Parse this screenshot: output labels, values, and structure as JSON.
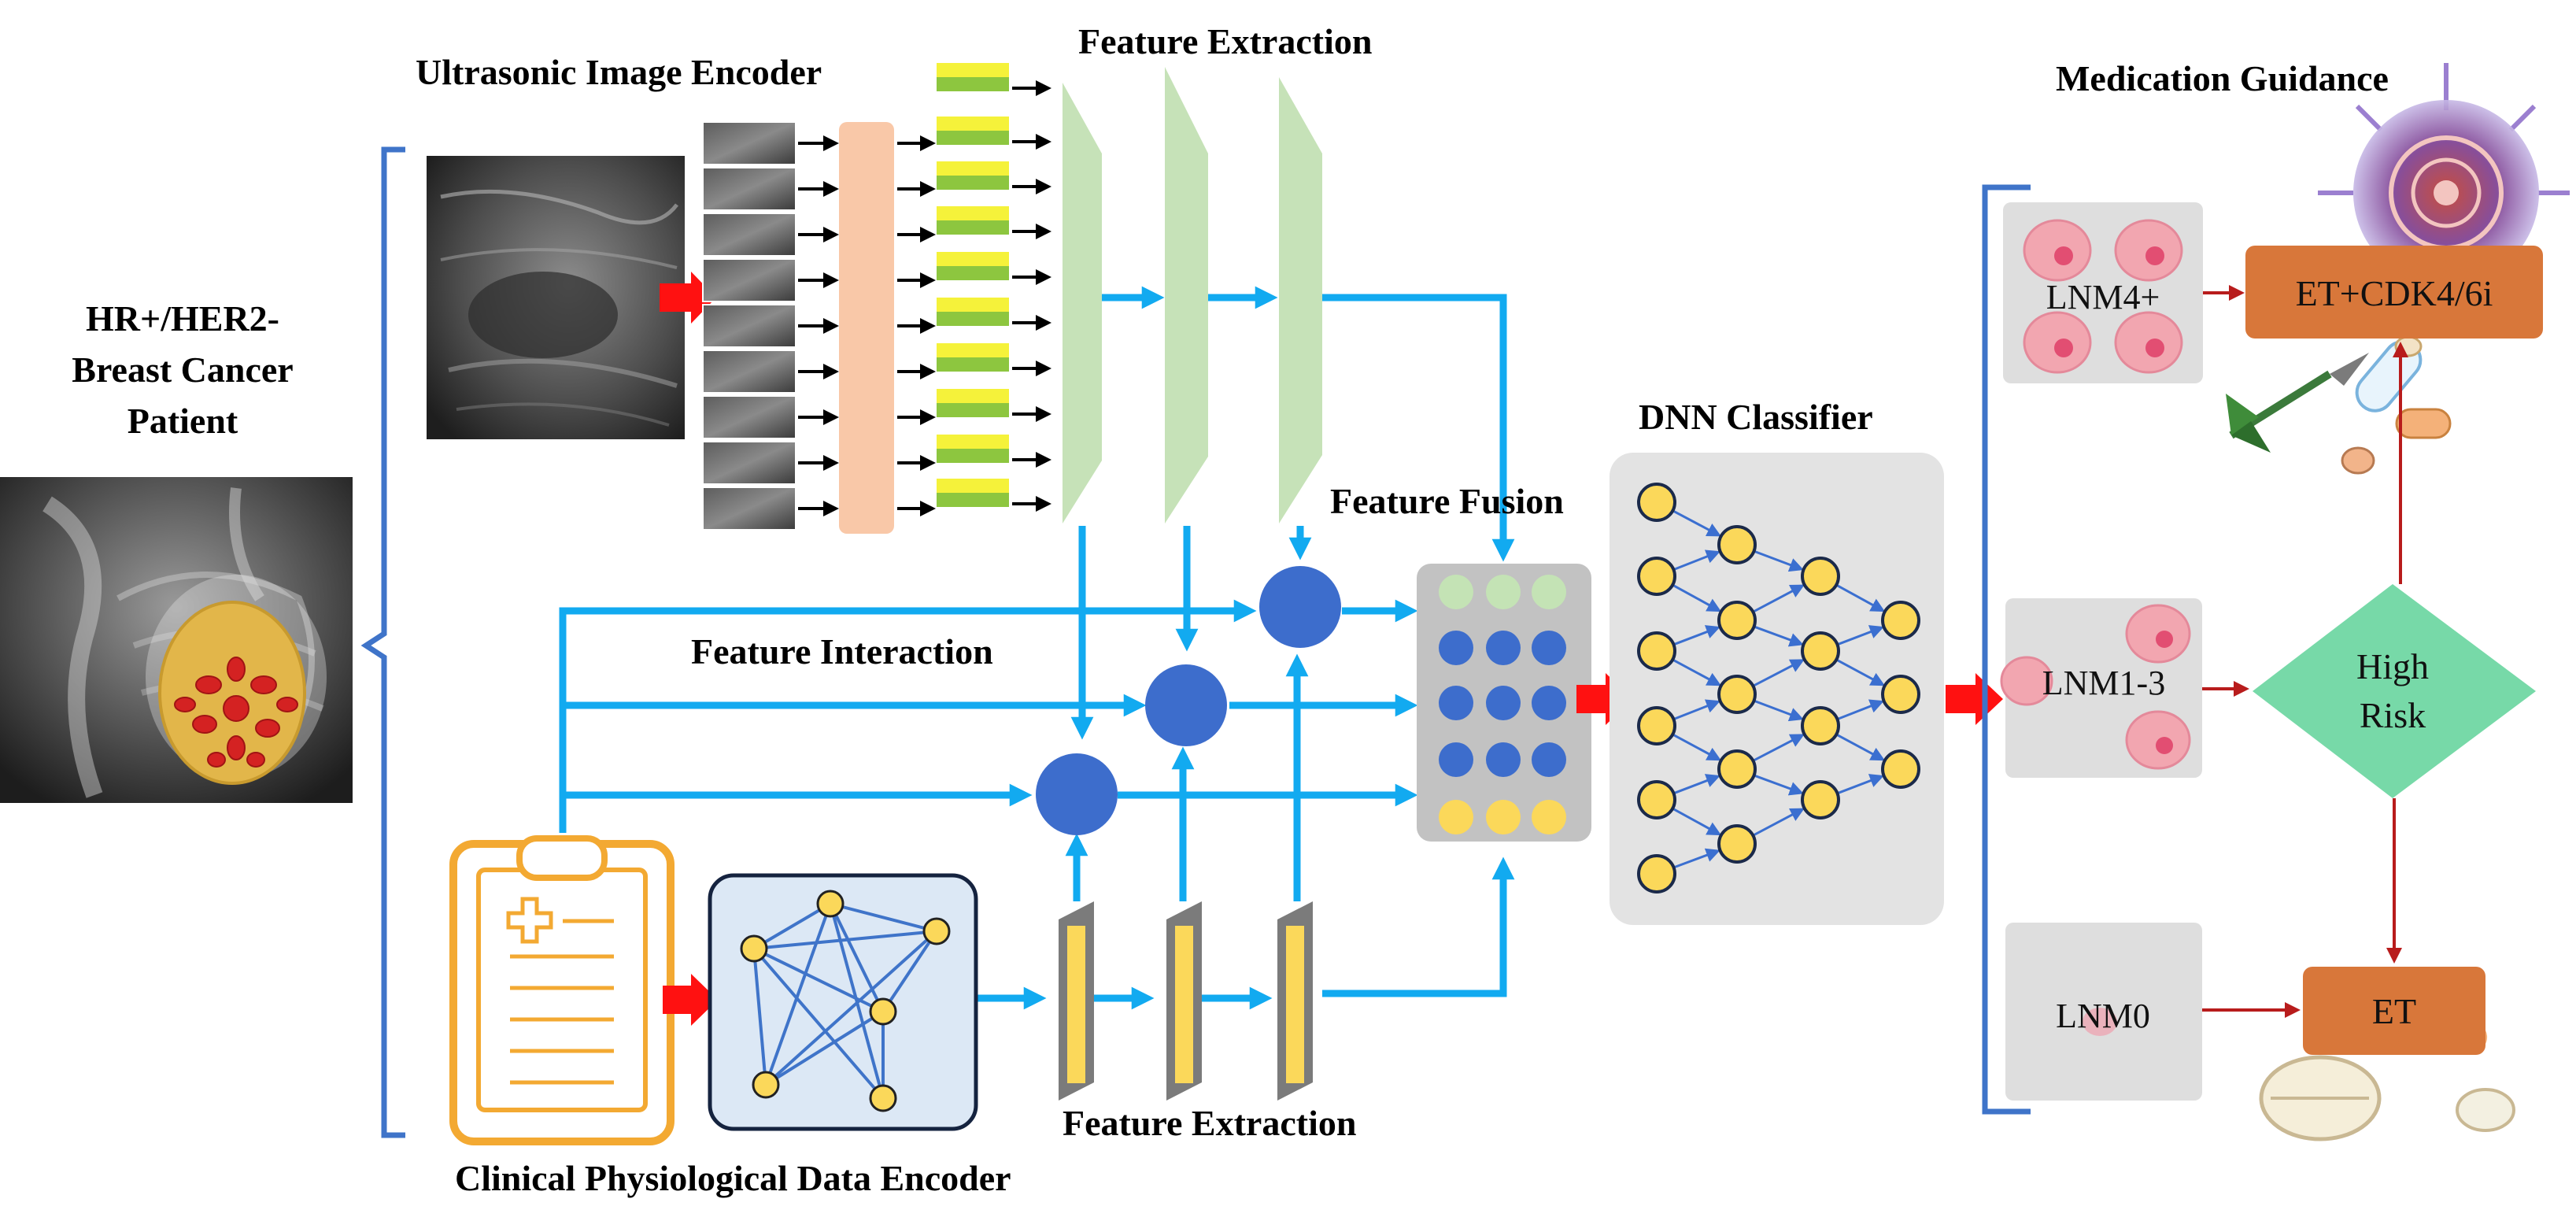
{
  "labels": {
    "patient_line1": "HR+/HER2-",
    "patient_line2": "Breast Cancer",
    "patient_line3": "Patient",
    "ultrasonic_encoder": "Ultrasonic Image Encoder",
    "feature_extraction_top": "Feature Extraction",
    "feature_extraction_bottom": "Feature Extraction",
    "feature_interaction": "Feature Interaction",
    "feature_fusion": "Feature Fusion",
    "dnn_classifier": "DNN Classifier",
    "clinical_encoder": "Clinical Physiological Data Encoder",
    "medication_guidance": "Medication Guidance"
  },
  "lnm": {
    "lnm4": "LNM4+",
    "lnm13": "LNM1-3",
    "lnm0": "LNM0"
  },
  "decision": {
    "line1": "High",
    "line2": "Risk"
  },
  "treatments": {
    "cdk": "ET+CDK4/6i",
    "et": "ET"
  },
  "colors": {
    "flow_blue": "#12aaf0",
    "red_arrow": "#ff1111",
    "dark_red_line": "#b81c1c",
    "green_trapezoid": "#c6e2b8",
    "node_blue": "#3d6dcc",
    "node_yellow": "#fbd85a",
    "node_green": "#c4e3b5",
    "orange_box": "#d8773a",
    "diamond": "#77d9a8",
    "clipboard": "#f3a932",
    "panel_gray": "#e3e3e3",
    "encoder_block": "#f9c8a8"
  },
  "icons": [
    "breast-anatomy-icon",
    "ultrasound-image",
    "clipboard-icon",
    "graph-network-icon",
    "cancer-cell-icon",
    "virus-target-icon",
    "dart-icon",
    "pills-icon"
  ]
}
